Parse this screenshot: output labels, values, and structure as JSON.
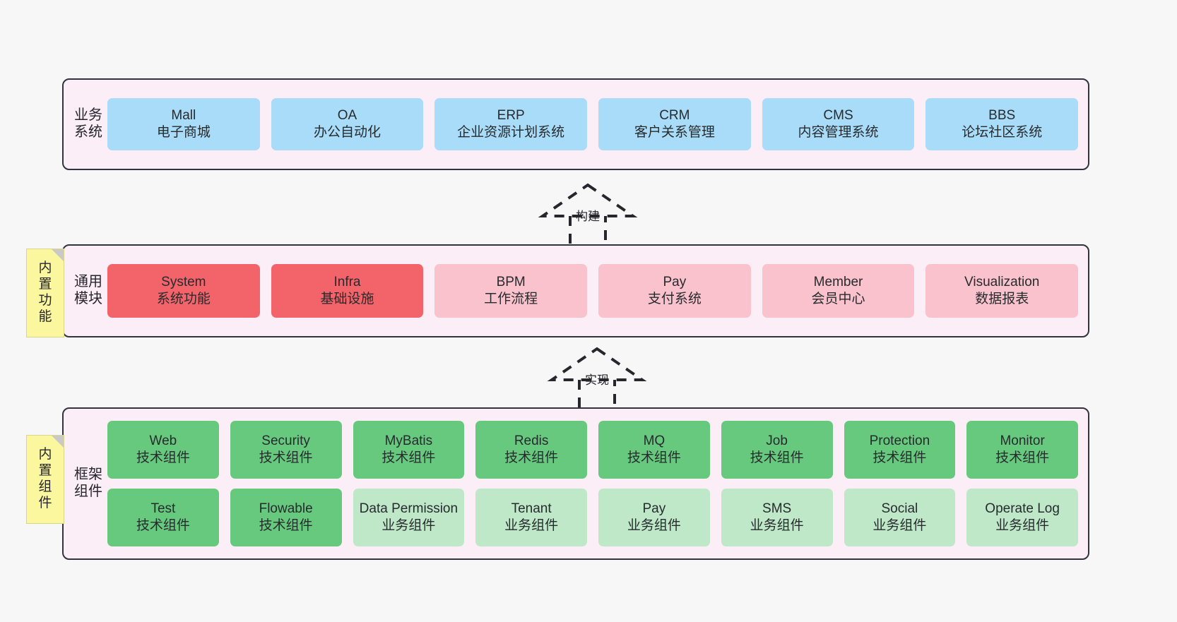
{
  "diagram": {
    "title": "",
    "colors": {
      "layer_background": "#fbeef6",
      "layer_border": "#333340",
      "business": "#a9dcf8",
      "module_core": "#f3646a",
      "module_normal": "#fac2cd",
      "tech_component": "#67c97e",
      "business_component": "#bfe8c8",
      "note": "#fbf79e",
      "note_fold": "#c9c9c9",
      "canvas": "#f7f7f7"
    }
  },
  "layers": {
    "business": {
      "label": "业务系统",
      "items": [
        {
          "name": "Mall",
          "desc": "电子商城"
        },
        {
          "name": "OA",
          "desc": "办公自动化"
        },
        {
          "name": "ERP",
          "desc": "企业资源计划系统"
        },
        {
          "name": "CRM",
          "desc": "客户关系管理"
        },
        {
          "name": "CMS",
          "desc": "内容管理系统"
        },
        {
          "name": "BBS",
          "desc": "论坛社区系统"
        }
      ]
    },
    "modules": {
      "label": "通用模块",
      "items": [
        {
          "name": "System",
          "desc": "系统功能"
        },
        {
          "name": "Infra",
          "desc": "基础设施"
        },
        {
          "name": "BPM",
          "desc": "工作流程"
        },
        {
          "name": "Pay",
          "desc": "支付系统"
        },
        {
          "name": "Member",
          "desc": "会员中心"
        },
        {
          "name": "Visualization",
          "desc": "数据报表"
        }
      ]
    },
    "framework": {
      "label": "框架组件",
      "row1": [
        {
          "name": "Web",
          "desc": "技术组件"
        },
        {
          "name": "Security",
          "desc": "技术组件"
        },
        {
          "name": "MyBatis",
          "desc": "技术组件"
        },
        {
          "name": "Redis",
          "desc": "技术组件"
        },
        {
          "name": "MQ",
          "desc": "技术组件"
        },
        {
          "name": "Job",
          "desc": "技术组件"
        },
        {
          "name": "Protection",
          "desc": "技术组件"
        },
        {
          "name": "Monitor",
          "desc": "技术组件"
        }
      ],
      "row2": [
        {
          "name": "Test",
          "desc": "技术组件"
        },
        {
          "name": "Flowable",
          "desc": "技术组件"
        },
        {
          "name": "Data Permission",
          "desc": "业务组件"
        },
        {
          "name": "Tenant",
          "desc": "业务组件"
        },
        {
          "name": "Pay",
          "desc": "业务组件"
        },
        {
          "name": "SMS",
          "desc": "业务组件"
        },
        {
          "name": "Social",
          "desc": "业务组件"
        },
        {
          "name": "Operate Log",
          "desc": "业务组件"
        }
      ]
    }
  },
  "notes": {
    "functions": "内置功能",
    "components": "内置组件"
  },
  "arrows": {
    "build": "构建",
    "implement": "实现"
  }
}
